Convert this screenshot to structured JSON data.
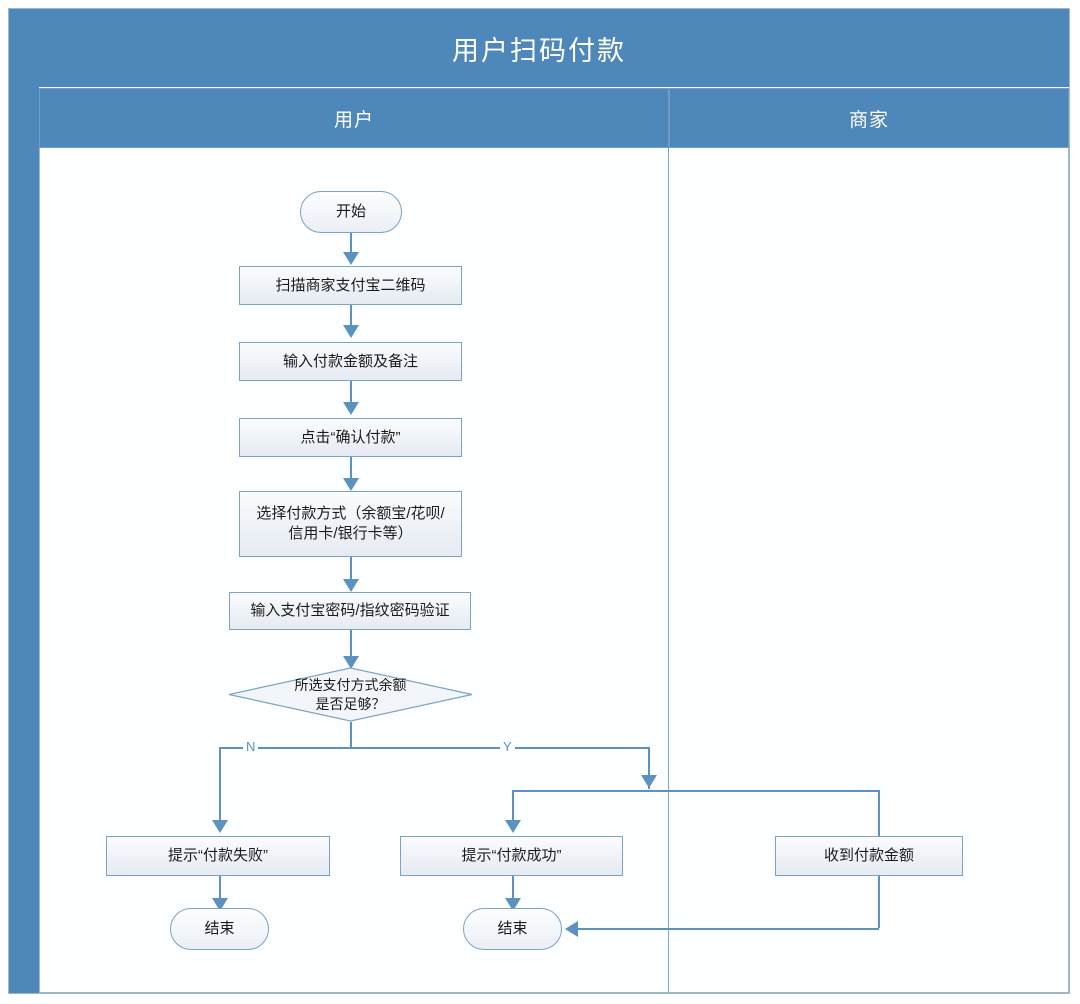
{
  "diagram": {
    "title": "用户扫码付款",
    "type": "swimlane-flowchart",
    "lanes": [
      {
        "id": "user",
        "label": "用户"
      },
      {
        "id": "merchant",
        "label": "商家"
      }
    ],
    "colors": {
      "header_blue": "#4e88ba",
      "node_border": "#7ba4c4",
      "connector": "#5b92c0",
      "frame_border": "#9fb6c6",
      "lane_background": "#fdfeff",
      "title_text": "#ffffff"
    },
    "nodes": [
      {
        "id": "start",
        "lane": "user",
        "shape": "terminator",
        "label": "开始"
      },
      {
        "id": "scan",
        "lane": "user",
        "shape": "process",
        "label": "扫描商家支付宝二维码"
      },
      {
        "id": "amount",
        "lane": "user",
        "shape": "process",
        "label": "输入付款金额及备注"
      },
      {
        "id": "confirm",
        "lane": "user",
        "shape": "process",
        "label": "点击“确认付款”"
      },
      {
        "id": "method",
        "lane": "user",
        "shape": "process",
        "label": "选择付款方式（余额宝/花呗/\n信用卡/银行卡等）"
      },
      {
        "id": "verify",
        "lane": "user",
        "shape": "process",
        "label": "输入支付宝密码/指纹密码验证"
      },
      {
        "id": "decision",
        "lane": "user",
        "shape": "decision",
        "label": "所选支付方式余额\n是否足够？"
      },
      {
        "id": "fail",
        "lane": "user",
        "shape": "process",
        "label": "提示“付款失败”"
      },
      {
        "id": "success",
        "lane": "user",
        "shape": "process",
        "label": "提示“付款成功”"
      },
      {
        "id": "end_fail",
        "lane": "user",
        "shape": "terminator",
        "label": "结束"
      },
      {
        "id": "end_ok",
        "lane": "user",
        "shape": "terminator",
        "label": "结束"
      },
      {
        "id": "received",
        "lane": "merchant",
        "shape": "process",
        "label": "收到付款金额"
      }
    ],
    "branch_labels": {
      "no": "N",
      "yes": "Y"
    },
    "edges": [
      {
        "from": "start",
        "to": "scan"
      },
      {
        "from": "scan",
        "to": "amount"
      },
      {
        "from": "amount",
        "to": "confirm"
      },
      {
        "from": "confirm",
        "to": "method"
      },
      {
        "from": "method",
        "to": "verify"
      },
      {
        "from": "verify",
        "to": "decision"
      },
      {
        "from": "decision",
        "to": "fail",
        "label": "N"
      },
      {
        "from": "decision",
        "to": "success",
        "label": "Y"
      },
      {
        "from": "decision",
        "to": "received",
        "label": "Y"
      },
      {
        "from": "fail",
        "to": "end_fail"
      },
      {
        "from": "success",
        "to": "end_ok"
      },
      {
        "from": "received",
        "to": "end_ok"
      }
    ]
  }
}
